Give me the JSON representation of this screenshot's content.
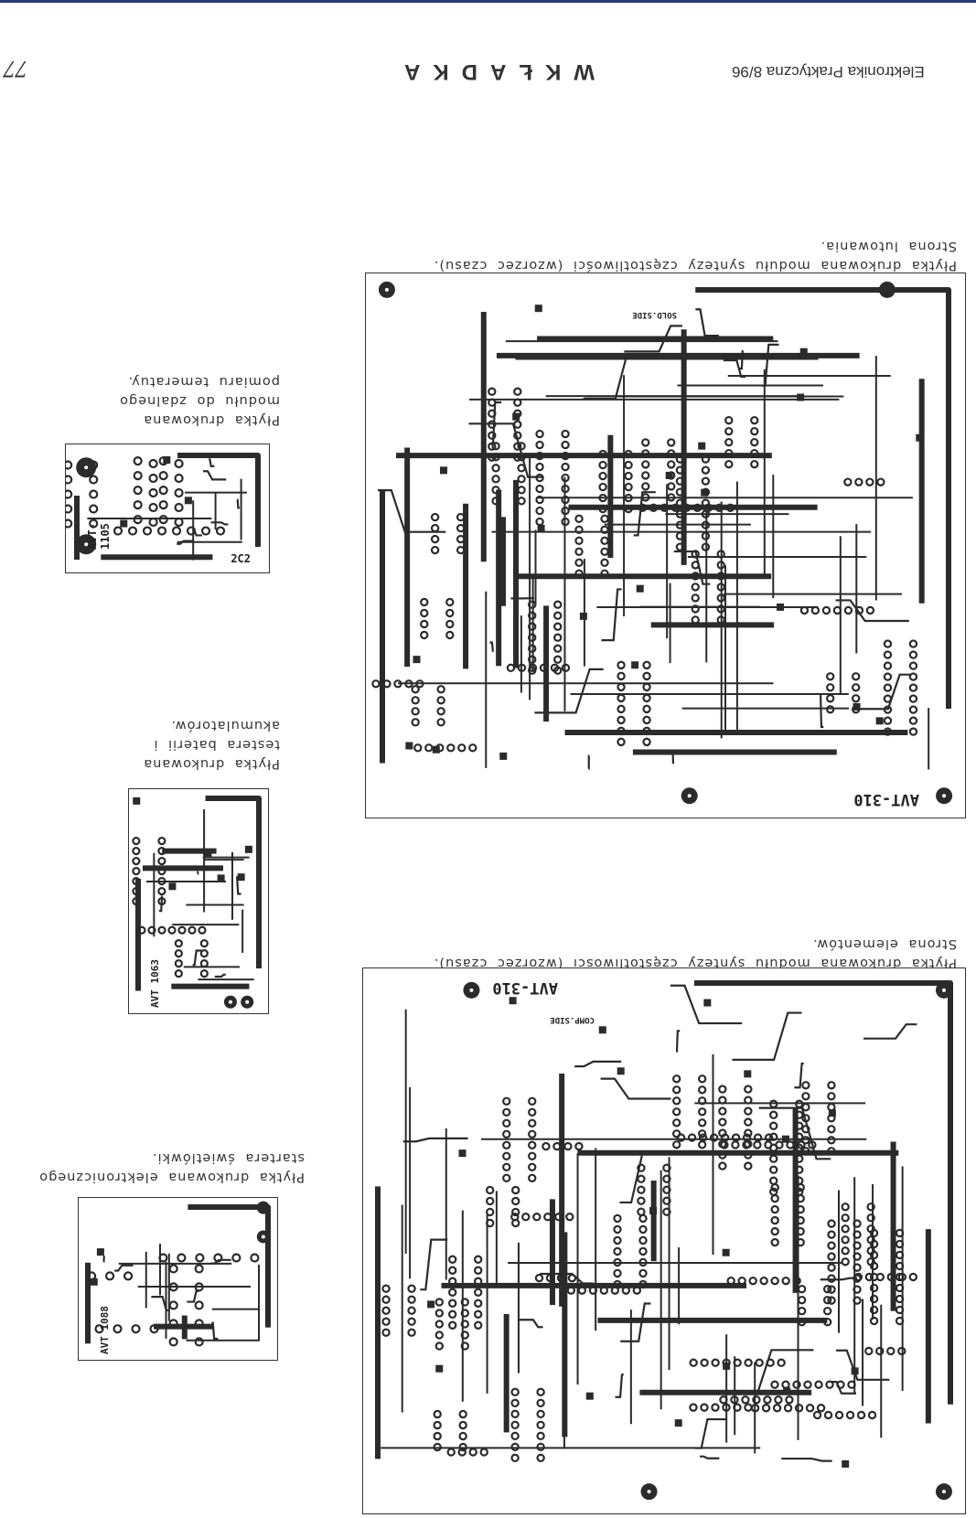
{
  "header": {
    "page_number": "77",
    "section_title": "WKŁADKA",
    "magazine": "Elektronika Praktyczna 8/96"
  },
  "boards": [
    {
      "caption": [
        "Płytka drukowana modułu syntezy częstotliwości (wzorzec czasu).",
        "Strona lutowania."
      ],
      "code": "AVT-310",
      "side": "SOLD.SIDE"
    },
    {
      "caption": [
        "Płytka drukowana modułu syntezy częstotliwości (wzorzec czasu).",
        "Strona elementów."
      ],
      "code": "AVT-310",
      "side": "COMP.SIDE"
    },
    {
      "caption": [
        "Płytka drukowana",
        "modułu do zdalnego",
        "pomiaru temeratuy."
      ],
      "code": "AVT-1105",
      "mark": "2C2"
    },
    {
      "caption": [
        "Płytka drukowana",
        "testera baterii i",
        "akumulatorów."
      ],
      "code": "AVT 1063"
    },
    {
      "caption": [
        "Płytka drukowana elektronicznego",
        "startera świetlówki."
      ],
      "code": "AVT 1088"
    }
  ]
}
